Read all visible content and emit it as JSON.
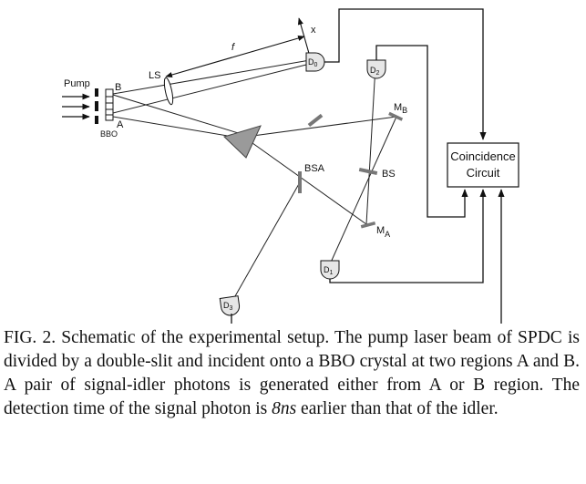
{
  "figure": {
    "labels": {
      "pump": "Pump",
      "b": "B",
      "a": "A",
      "bbo": "BBO",
      "ls": "LS",
      "f": "f",
      "x": "x",
      "d0_main": "D",
      "d0_sub": "0",
      "d1_main": "D",
      "d1_sub": "1",
      "d2_main": "D",
      "d2_sub": "2",
      "d3_main": "D",
      "d3_sub": "3",
      "mb_main": "M",
      "mb_sub": "B",
      "ma_main": "M",
      "ma_sub": "A",
      "bs": "BS",
      "bsa": "BSA",
      "coincidence_line1": "Coincidence",
      "coincidence_line2": "Circuit"
    }
  },
  "caption": {
    "prefix": "FIG. 2. Schematic of the experimental setup. The pump laser beam of SPDC is divided by a double-slit and incident onto a BBO crystal at two regions A and B. A pair of signal-idler photons is generated either from A or B region. The detection time of the signal photon is ",
    "time": "8ns",
    "suffix": " earlier than that of the idler."
  }
}
